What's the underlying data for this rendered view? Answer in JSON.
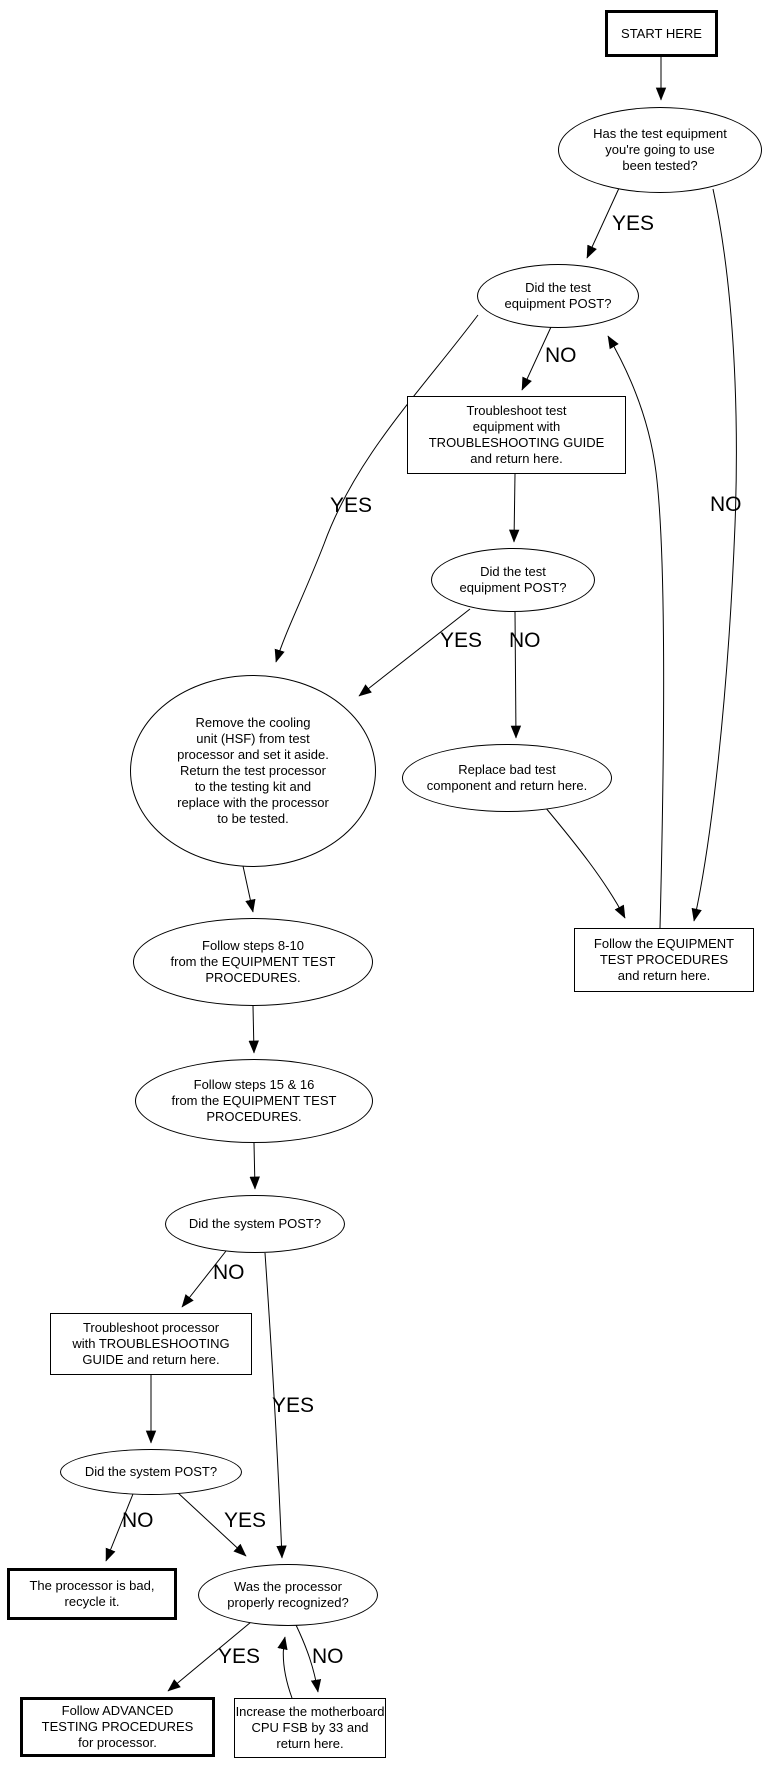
{
  "diagram": {
    "type": "flowchart",
    "nodes": {
      "start": {
        "label": "START HERE",
        "shape": "rect-bold"
      },
      "has_equipment_been_tested": {
        "label": "Has the test equipment\nyou're going to use\nbeen tested?",
        "shape": "ellipse"
      },
      "did_equipment_post_1": {
        "label": "Did the test\nequipment POST?",
        "shape": "ellipse"
      },
      "troubleshoot_equipment": {
        "label": "Troubleshoot test\nequipment with\nTROUBLESHOOTING GUIDE\nand return here.",
        "shape": "rect"
      },
      "did_equipment_post_2": {
        "label": "Did the test\nequipment POST?",
        "shape": "ellipse"
      },
      "replace_bad_component": {
        "label": "Replace bad test\ncomponent and return here.",
        "shape": "ellipse"
      },
      "remove_cooling_unit": {
        "label": "Remove the cooling\nunit (HSF) from test\nprocessor and set it aside.\nReturn the test processor\nto the testing kit and\nreplace with the processor\nto be tested.",
        "shape": "ellipse"
      },
      "equipment_test_procedures": {
        "label": "Follow the EQUIPMENT\nTEST PROCEDURES\nand return here.",
        "shape": "rect"
      },
      "follow_steps_8_10": {
        "label": "Follow steps 8-10\nfrom the EQUIPMENT TEST\nPROCEDURES.",
        "shape": "ellipse"
      },
      "follow_steps_15_16": {
        "label": "Follow steps 15 & 16\nfrom the EQUIPMENT TEST\nPROCEDURES.",
        "shape": "ellipse"
      },
      "did_system_post_1": {
        "label": "Did the system POST?",
        "shape": "ellipse"
      },
      "troubleshoot_processor": {
        "label": "Troubleshoot processor\nwith TROUBLESHOOTING\nGUIDE and return here.",
        "shape": "rect"
      },
      "did_system_post_2": {
        "label": "Did the system POST?",
        "shape": "ellipse"
      },
      "processor_bad": {
        "label": "The processor is bad,\nrecycle it.",
        "shape": "rect-bold"
      },
      "properly_recognized": {
        "label": "Was the processor\nproperly recognized?",
        "shape": "ellipse"
      },
      "advanced_testing": {
        "label": "Follow ADVANCED\nTESTING PROCEDURES\nfor processor.",
        "shape": "rect-bold"
      },
      "increase_fsb": {
        "label": "Increase the motherboard\nCPU FSB by 33 and\nreturn here.",
        "shape": "rect"
      }
    },
    "edges": [
      {
        "from": "start",
        "to": "has_equipment_been_tested",
        "label": ""
      },
      {
        "from": "has_equipment_been_tested",
        "to": "did_equipment_post_1",
        "label": "YES"
      },
      {
        "from": "has_equipment_been_tested",
        "to": "equipment_test_procedures",
        "label": "NO"
      },
      {
        "from": "did_equipment_post_1",
        "to": "troubleshoot_equipment",
        "label": "NO"
      },
      {
        "from": "did_equipment_post_1",
        "to": "remove_cooling_unit",
        "label": "YES"
      },
      {
        "from": "troubleshoot_equipment",
        "to": "did_equipment_post_2",
        "label": ""
      },
      {
        "from": "did_equipment_post_2",
        "to": "remove_cooling_unit",
        "label": "YES"
      },
      {
        "from": "did_equipment_post_2",
        "to": "replace_bad_component",
        "label": "NO"
      },
      {
        "from": "replace_bad_component",
        "to": "equipment_test_procedures",
        "label": ""
      },
      {
        "from": "equipment_test_procedures",
        "to": "did_equipment_post_1",
        "label": ""
      },
      {
        "from": "remove_cooling_unit",
        "to": "follow_steps_8_10",
        "label": ""
      },
      {
        "from": "follow_steps_8_10",
        "to": "follow_steps_15_16",
        "label": ""
      },
      {
        "from": "follow_steps_15_16",
        "to": "did_system_post_1",
        "label": ""
      },
      {
        "from": "did_system_post_1",
        "to": "troubleshoot_processor",
        "label": "NO"
      },
      {
        "from": "did_system_post_1",
        "to": "properly_recognized",
        "label": "YES"
      },
      {
        "from": "troubleshoot_processor",
        "to": "did_system_post_2",
        "label": ""
      },
      {
        "from": "did_system_post_2",
        "to": "processor_bad",
        "label": "NO"
      },
      {
        "from": "did_system_post_2",
        "to": "properly_recognized",
        "label": "YES"
      },
      {
        "from": "properly_recognized",
        "to": "advanced_testing",
        "label": "YES"
      },
      {
        "from": "properly_recognized",
        "to": "increase_fsb",
        "label": "NO"
      },
      {
        "from": "increase_fsb",
        "to": "properly_recognized",
        "label": ""
      }
    ],
    "colors": {
      "line": "#000000",
      "node_border": "#000000",
      "background": "#ffffff",
      "text": "#000000"
    }
  }
}
